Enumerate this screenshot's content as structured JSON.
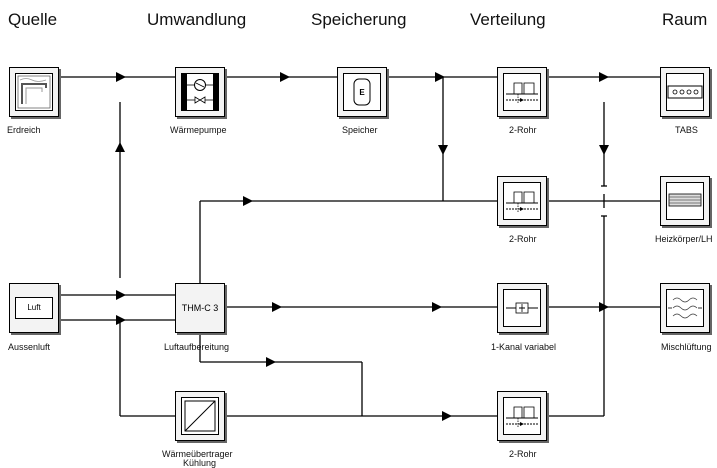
{
  "headers": {
    "quelle": "Quelle",
    "umwandlung": "Umwandlung",
    "speicherung": "Speicherung",
    "verteilung": "Verteilung",
    "raum": "Raum"
  },
  "components": {
    "erdreich": {
      "label": "Erdreich"
    },
    "waermepumpe": {
      "label": "Wärmepumpe"
    },
    "speicher": {
      "label": "Speicher",
      "symbol": "E"
    },
    "rohr_1": {
      "label": "2-Rohr"
    },
    "tabs": {
      "label": "TABS"
    },
    "rohr_2": {
      "label": "2-Rohr"
    },
    "heizkoerper": {
      "label": "Heizkörper/LH"
    },
    "aussenluft": {
      "label": "Aussenluft",
      "symbol": "Luft"
    },
    "luftaufbereitung": {
      "label": "Luftaufbereitung",
      "symbol": "THM-C 3"
    },
    "kanal": {
      "label": "1-Kanal variabel"
    },
    "mischlueftung": {
      "label": "Mischlüftung"
    },
    "waermeuebertrager": {
      "label_line1": "Wärmeübertrager",
      "label_line2": "Kühlung"
    },
    "rohr_3": {
      "label": "2-Rohr"
    }
  },
  "colors": {
    "line": "#000000",
    "box_fill": "#f3f3f3",
    "box_shadow": "#666666"
  }
}
